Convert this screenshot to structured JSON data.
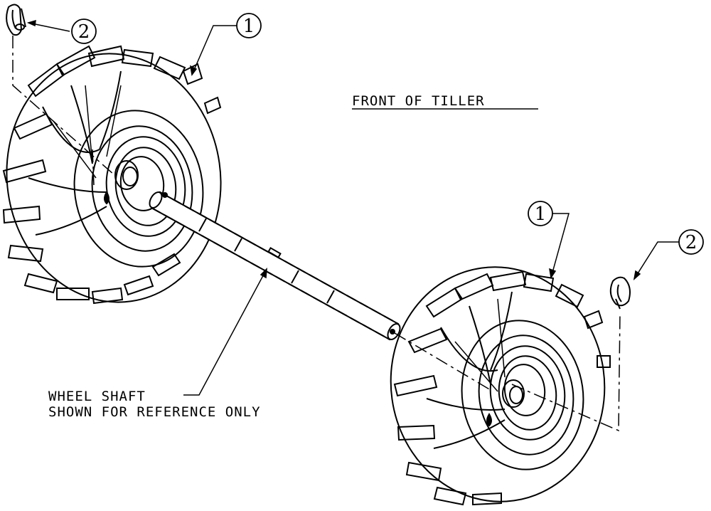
{
  "title": "FRONT OF TILLER",
  "shaft_label": {
    "line1": "WHEEL SHAFT",
    "line2": "SHOWN FOR REFERENCE ONLY"
  },
  "callouts": [
    {
      "id": "balloon-1-left",
      "number": "1",
      "part": "wheel"
    },
    {
      "id": "balloon-2-left",
      "number": "2",
      "part": "clevis-pin"
    },
    {
      "id": "balloon-1-right",
      "number": "1",
      "part": "wheel"
    },
    {
      "id": "balloon-2-right",
      "number": "2",
      "part": "clevis-pin"
    }
  ],
  "colors": {
    "ink": "#000000",
    "paper": "#ffffff"
  }
}
